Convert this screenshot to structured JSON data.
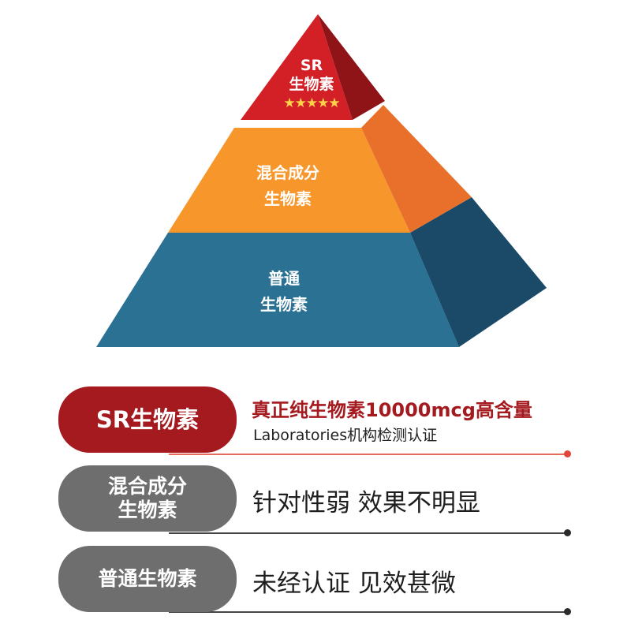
{
  "pyramid": {
    "top": {
      "title": "SR",
      "subtitle": "生物素",
      "stars": "★★★★★",
      "color_front": "#D32027",
      "color_side": "#8E1418"
    },
    "middle": {
      "line1": "混合成分",
      "line2": "生物素",
      "color_front": "#F7962B",
      "color_side": "#E8702A"
    },
    "bottom": {
      "line1": "普通",
      "line2": "生物素",
      "color_front": "#2A7193",
      "color_side": "#1A4A68"
    }
  },
  "comparison": [
    {
      "label": "SR生物素",
      "headline": "真正纯生物素10000mcg高含量",
      "subline": "Laboratories机构检测认证",
      "pill_color": "#A51A1F",
      "headline_color": "#A51A1F",
      "line_color": "#E86A5A"
    },
    {
      "label_line1": "混合成分",
      "label_line2": "生物素",
      "description": "针对性弱 效果不明显",
      "pill_color": "#6E6E6E"
    },
    {
      "label": "普通生物素",
      "description": "未经认证 见效甚微",
      "pill_color": "#6E6E6E"
    }
  ]
}
